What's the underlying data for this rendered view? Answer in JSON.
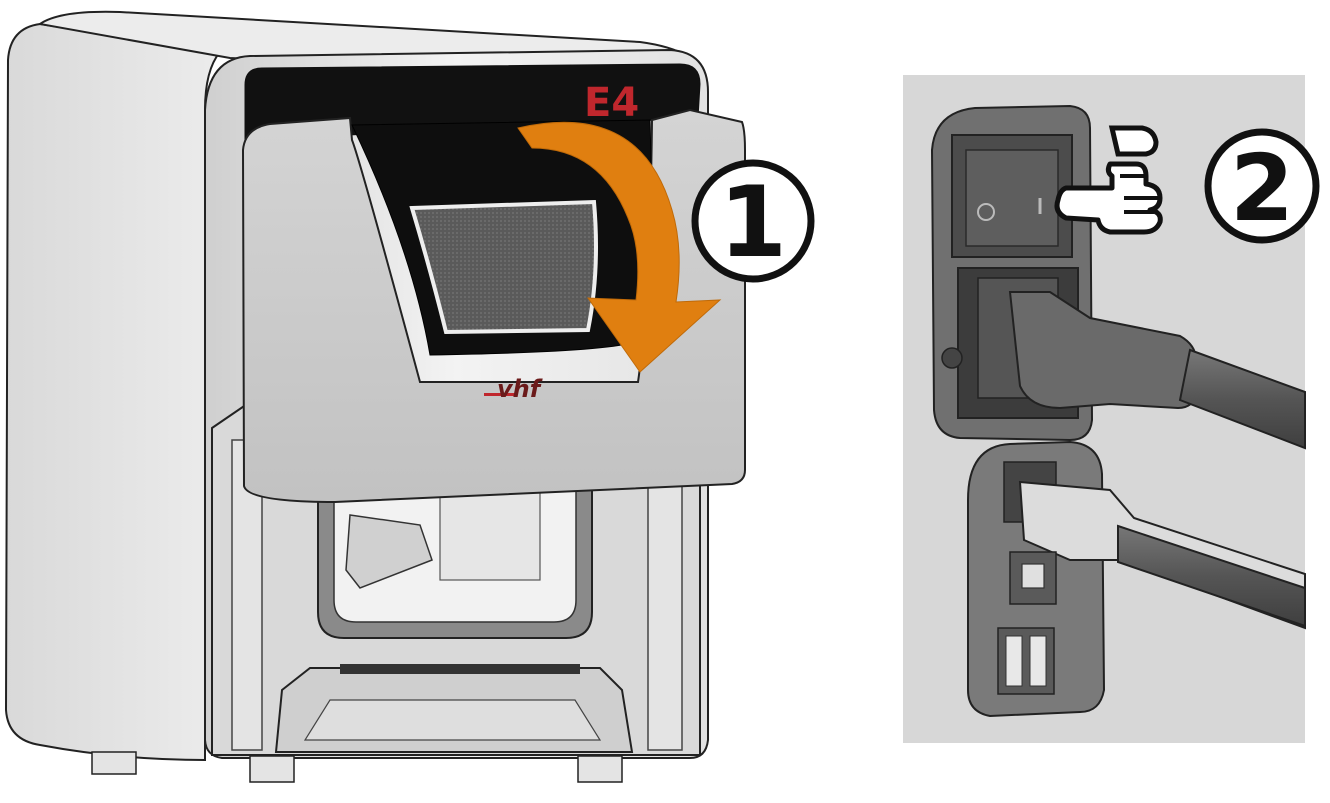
{
  "machine": {
    "model_label": "E4",
    "brand_label": "vhf"
  },
  "steps": [
    {
      "number": "1"
    },
    {
      "number": "2"
    }
  ],
  "colors": {
    "arrow": "#e07f10",
    "model_label": "#c0272d",
    "brand_label": "#6b1a1a",
    "machine_body": "#e6e6e6",
    "panel_background": "#d7d7d7",
    "cable": "#5c5c5c"
  },
  "icons": {
    "door_arrow": "curved-arrow-icon",
    "hand": "pointing-hand-icon",
    "power_switch": "rocker-switch-icon",
    "power_connector": "power-plug-icon",
    "network_port": "ethernet-port-icon",
    "usb_b_port": "usb-b-port-icon",
    "usb_a_ports": "usb-a-port-icon"
  }
}
